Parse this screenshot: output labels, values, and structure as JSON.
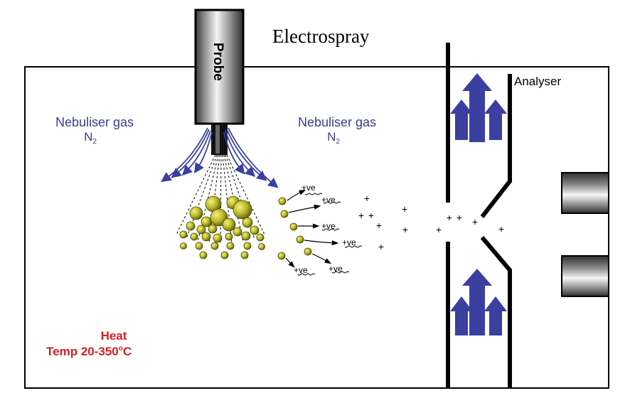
{
  "title": "Electrospray",
  "probe_label": "Probe",
  "nebuliser_left": {
    "line1": "Nebuliser gas",
    "line2": "N",
    "sub": "2"
  },
  "nebuliser_right": {
    "line1": "Nebuliser gas",
    "line2": "N",
    "sub": "2"
  },
  "analyser_label": "Analyser",
  "heat": {
    "line1": "Heat",
    "line2": "Temp 20-350",
    "sup": "o",
    "unit": "C"
  },
  "ion_labels": [
    "+ve",
    "+ve",
    "+ve",
    "+ve",
    "+ve",
    "+ve"
  ],
  "plus_sign": "+",
  "colors": {
    "gas_text": "#3a3d8f",
    "gas_arrow": "#3b3fa0",
    "heat_text": "#d81e1e",
    "droplet": "#b8b828",
    "droplet_dark": "#6f6f10",
    "line": "#000000"
  }
}
